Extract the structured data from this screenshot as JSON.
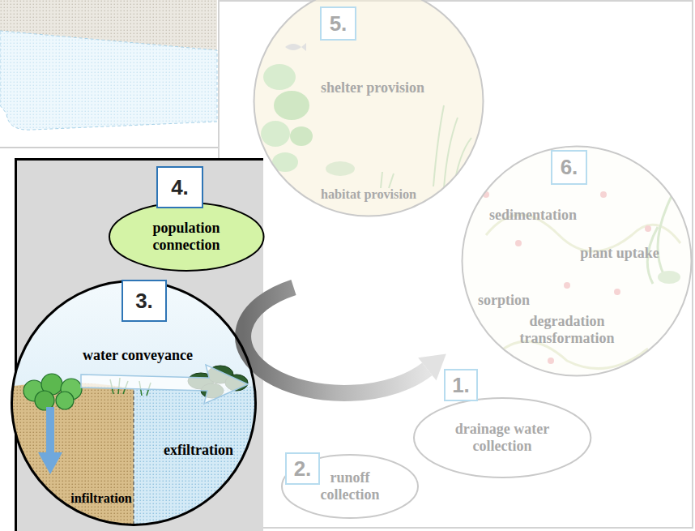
{
  "diagram": {
    "nodes": [
      {
        "text": [
          "5."
        ]
      },
      {
        "text": [
          "shelter provision",
          "habitat provision"
        ]
      },
      {
        "text": [
          "4."
        ]
      },
      {
        "text": [
          "population connection"
        ]
      },
      {
        "text": [
          "6."
        ]
      },
      {
        "text": [
          "sedimentation",
          "plant uptake",
          "sorption",
          "degradation transformation"
        ]
      },
      {
        "text": [
          "3."
        ]
      },
      {
        "text": [
          "water conveyance",
          "exfiltration",
          "infiltration"
        ]
      },
      {
        "text": [
          "1."
        ]
      },
      {
        "text": [
          "drainage water collection"
        ]
      },
      {
        "text": [
          "2."
        ]
      },
      {
        "text": [
          "runoff collection"
        ]
      }
    ]
  }
}
